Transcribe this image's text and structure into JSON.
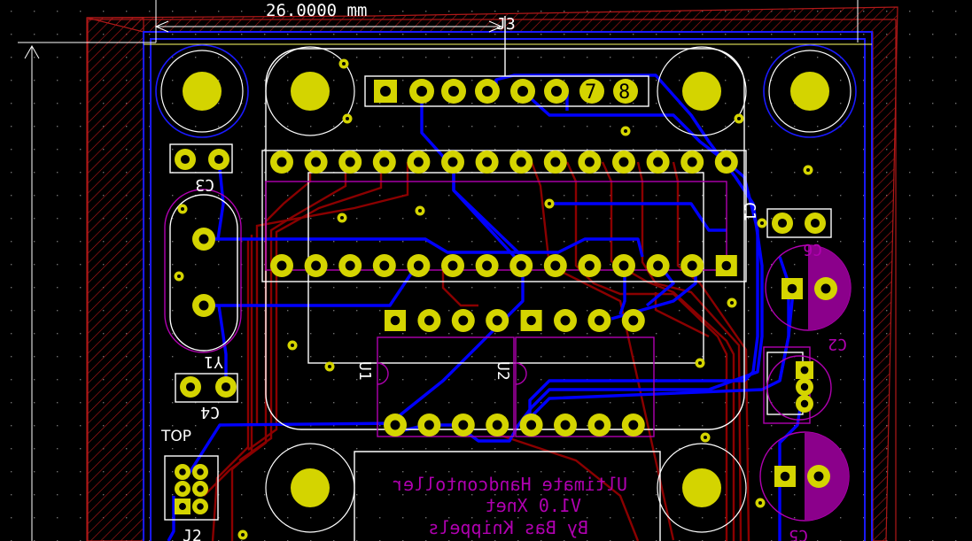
{
  "app": "PCB layout editor",
  "dimension": {
    "value_label": "26.0000 mm"
  },
  "connector_ref": "J3",
  "header_pin_numbers": [
    "7",
    "8"
  ],
  "references": {
    "c3": "C3",
    "c4": "C4",
    "y1": "Y1",
    "c1": "C1",
    "c2": "C2",
    "c5": "C5",
    "c6": "C6",
    "u1": "U1",
    "u2": "U2",
    "j2": "J2"
  },
  "layer_label": "TOP",
  "board_text": {
    "line1": "Ultimate Handcontoller",
    "line2": "V1.0 Xnet",
    "line3": "By Bas Knippels"
  },
  "colors": {
    "background": "#000000",
    "grid": "#6f6f6f",
    "copper_top": "#0000ff",
    "copper_bottom": "#8b0000",
    "pad": "#d4d400",
    "silkscreen": "#ffffff",
    "silkscreen_bottom": "#b000b0",
    "edge_cuts": "#ffff66",
    "keepout_hatch": "#b01818",
    "board_outline_blue": "#1a1aff"
  }
}
